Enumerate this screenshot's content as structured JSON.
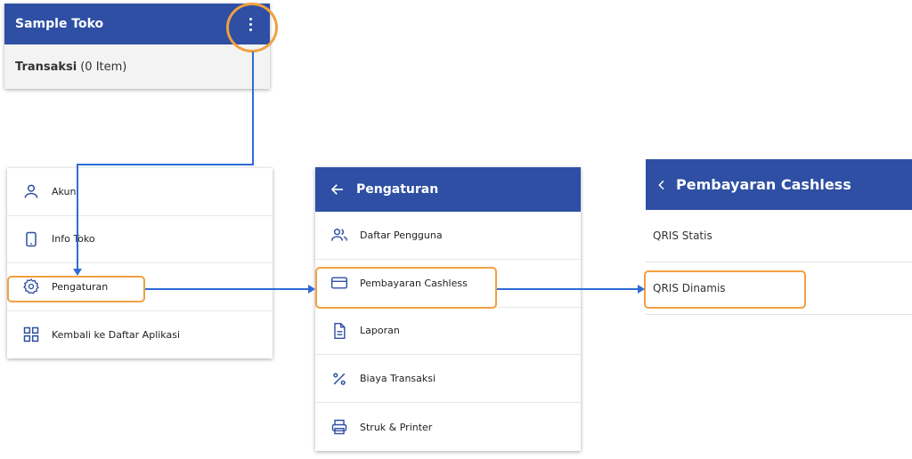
{
  "panel1": {
    "title": "Sample Toko",
    "menu_icon": "kebab-menu-icon",
    "subheader_bold": "Transaksi",
    "subheader_rest": "(0 Item)"
  },
  "menu": {
    "items": [
      {
        "label": "Akun",
        "icon": "user-icon"
      },
      {
        "label": "Info Toko",
        "icon": "phone-icon"
      },
      {
        "label": "Pengaturan",
        "icon": "gear-icon"
      },
      {
        "label": "Kembali ke Daftar Aplikasi",
        "icon": "grid-icon"
      }
    ]
  },
  "settings": {
    "title": "Pengaturan",
    "back_icon": "arrow-left-icon",
    "items": [
      {
        "label": "Daftar Pengguna",
        "icon": "users-icon"
      },
      {
        "label": "Pembayaran Cashless",
        "icon": "card-icon"
      },
      {
        "label": "Laporan",
        "icon": "document-icon"
      },
      {
        "label": "Biaya Transaksi",
        "icon": "percent-icon"
      },
      {
        "label": "Struk & Printer",
        "icon": "printer-icon"
      }
    ]
  },
  "cashless": {
    "title": "Pembayaran Cashless",
    "back_icon": "chevron-left-icon",
    "items": [
      {
        "label": "QRIS Statis"
      },
      {
        "label": "QRIS Dinamis"
      }
    ]
  },
  "colors": {
    "header": "#2e4fa3",
    "highlight": "#f0a040",
    "connector": "#2e6bd8"
  }
}
